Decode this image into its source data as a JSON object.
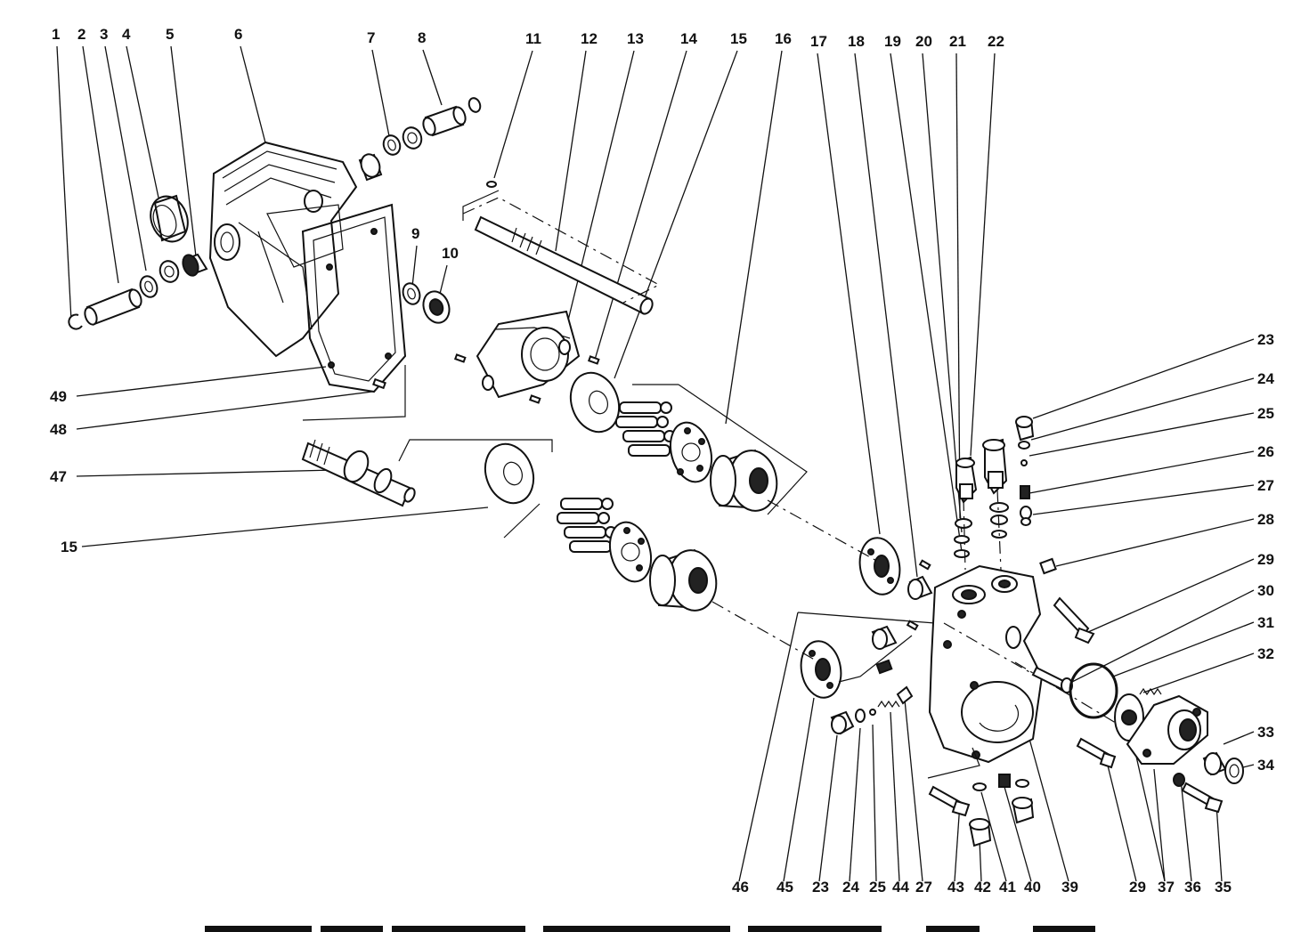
{
  "diagram": {
    "callouts": [
      {
        "id": "c1",
        "label": "1"
      },
      {
        "id": "c2",
        "label": "2"
      },
      {
        "id": "c3",
        "label": "3"
      },
      {
        "id": "c4",
        "label": "4"
      },
      {
        "id": "c5",
        "label": "5"
      },
      {
        "id": "c6",
        "label": "6"
      },
      {
        "id": "c7",
        "label": "7"
      },
      {
        "id": "c8",
        "label": "8"
      },
      {
        "id": "c11",
        "label": "11"
      },
      {
        "id": "c12",
        "label": "12"
      },
      {
        "id": "c13",
        "label": "13"
      },
      {
        "id": "c14",
        "label": "14"
      },
      {
        "id": "c15a",
        "label": "15"
      },
      {
        "id": "c16",
        "label": "16"
      },
      {
        "id": "c17",
        "label": "17"
      },
      {
        "id": "c18",
        "label": "18"
      },
      {
        "id": "c19",
        "label": "19"
      },
      {
        "id": "c20",
        "label": "20"
      },
      {
        "id": "c21",
        "label": "21"
      },
      {
        "id": "c22",
        "label": "22"
      },
      {
        "id": "c9",
        "label": "9"
      },
      {
        "id": "c10",
        "label": "10"
      },
      {
        "id": "c23a",
        "label": "23"
      },
      {
        "id": "c24a",
        "label": "24"
      },
      {
        "id": "c25a",
        "label": "25"
      },
      {
        "id": "c26",
        "label": "26"
      },
      {
        "id": "c27a",
        "label": "27"
      },
      {
        "id": "c28",
        "label": "28"
      },
      {
        "id": "c29a",
        "label": "29"
      },
      {
        "id": "c30",
        "label": "30"
      },
      {
        "id": "c31",
        "label": "31"
      },
      {
        "id": "c32",
        "label": "32"
      },
      {
        "id": "c33",
        "label": "33"
      },
      {
        "id": "c34",
        "label": "34"
      },
      {
        "id": "c49",
        "label": "49"
      },
      {
        "id": "c48",
        "label": "48"
      },
      {
        "id": "c47",
        "label": "47"
      },
      {
        "id": "c15b",
        "label": "15"
      },
      {
        "id": "c46",
        "label": "46"
      },
      {
        "id": "c45",
        "label": "45"
      },
      {
        "id": "c23b",
        "label": "23"
      },
      {
        "id": "c24b",
        "label": "24"
      },
      {
        "id": "c25b",
        "label": "25"
      },
      {
        "id": "c44",
        "label": "44"
      },
      {
        "id": "c27b",
        "label": "27"
      },
      {
        "id": "c43",
        "label": "43"
      },
      {
        "id": "c42",
        "label": "42"
      },
      {
        "id": "c41",
        "label": "41"
      },
      {
        "id": "c40",
        "label": "40"
      },
      {
        "id": "c39",
        "label": "39"
      },
      {
        "id": "c29b",
        "label": "29"
      },
      {
        "id": "c37",
        "label": "37"
      },
      {
        "id": "c36",
        "label": "36"
      },
      {
        "id": "c35",
        "label": "35"
      }
    ]
  }
}
